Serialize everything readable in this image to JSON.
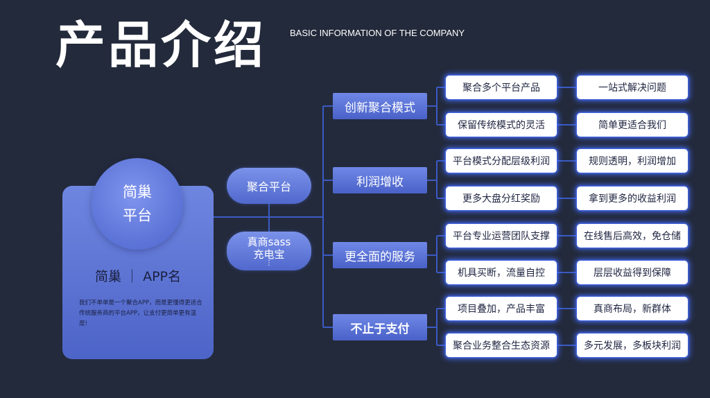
{
  "header": {
    "title": "产品介绍",
    "subtitle": "BASIC INFORMATION OF THE COMPANY"
  },
  "product": {
    "circle_line1": "简巢",
    "circle_line2": "平台",
    "app_name": "简巢 ｜ APP名",
    "description": "我们不单单是一个聚合APP，而是更懂得更适合传统服务商的平台APP，让支付更简单更有温度!"
  },
  "platforms": {
    "aggregate": "聚合平台",
    "sass_line1": "真商sass",
    "sass_line2": "充电宝",
    "sass_dots": "⋮"
  },
  "categories": [
    {
      "label": "创新聚合模式",
      "items": [
        {
          "left": "聚合多个平台产品",
          "right": "一站式解决问题"
        },
        {
          "left": "保留传统模式的灵活",
          "right": "简单更适合我们"
        }
      ]
    },
    {
      "label": "利润增收",
      "items": [
        {
          "left": "平台模式分配层级利润",
          "right": "规则透明，利润增加"
        },
        {
          "left": "更多大盘分红奖励",
          "right": "拿到更多的收益利润"
        }
      ]
    },
    {
      "label": "更全面的服务",
      "items": [
        {
          "left": "平台专业运营团队支撑",
          "right": "在线售后高效，免仓储"
        },
        {
          "left": "机具买断，流量自控",
          "right": "层层收益得到保障"
        }
      ]
    },
    {
      "label": "不止于支付",
      "items": [
        {
          "left": "项目叠加，产品丰富",
          "right": "真商布局，新群体"
        },
        {
          "left": "聚合业务整合生态资源",
          "right": "多元发展，多板块利润"
        }
      ]
    }
  ],
  "colors": {
    "background": "#232a3b",
    "accent": "#5a72d8",
    "connector": "#3b5bc4",
    "leaf_glow": "#4a6cf0"
  }
}
